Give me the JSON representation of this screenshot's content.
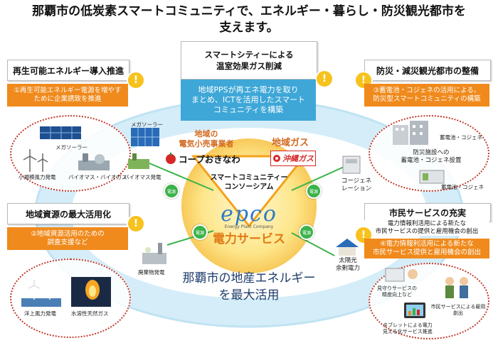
{
  "title": {
    "line1": "那覇市の低炭素スマートコミュニティで、エネルギー・暮らし・防災観光都市を",
    "line2": "支えます。"
  },
  "top_center": {
    "heading_line1": "スマートシティーによる",
    "heading_line2": "温室効果ガス削減",
    "desc_line1": "地域PPSが再エネ電力を取り",
    "desc_line2": "まとめ、ICTを活用したスマート",
    "desc_line3": "コミュニティを構築"
  },
  "top_left": {
    "heading": "再生可能エネルギー導入推進",
    "desc_line1": "①再生可能エネルギー電源を増やす",
    "desc_line2": "ために企業誘致を推進",
    "items": [
      "メガソーラー",
      "小規模風力発電",
      "バイオマス・バイオガス"
    ]
  },
  "top_right": {
    "heading": "防災・減災観光都市の整備",
    "desc_line1": "③蓄電池・コジェネの活用による、",
    "desc_line2": "防災型スマートコミュニティの構築",
    "items": [
      "蓄電池・コジェネ",
      "防災施設への",
      "蓄電池・コジェネ設置",
      "蓄電池・コジェネ"
    ]
  },
  "bottom_left": {
    "heading": "地域資源の最大活用化",
    "desc_line1": "②地域資源活用のための",
    "desc_line2": "調査支援など",
    "items": [
      "洋上風力発電",
      "水溶性天然ガス"
    ]
  },
  "bottom_right": {
    "heading": "市民サービスの充実",
    "desc_line1": "電力情報利活用による新たな",
    "desc_line2": "市民サービスの提供と雇用機会の創出",
    "desc2_line1": "④電力情報利活用による新たな",
    "desc2_line2": "市民サービス提供と雇用機会の創出",
    "items": [
      "見守りサービスの",
      "精度向上など",
      "市民サービスによる雇用創出",
      "タブレットによる電力",
      "見える化サービス推進"
    ]
  },
  "center": {
    "retail_line1": "地域の",
    "retail_line2": "電気小売事業者",
    "coop": "コープおきなわ",
    "gas_label": "地域ガス",
    "gas_company": "沖縄ガス",
    "consortium_line1": "スマートコミュニティー",
    "consortium_line2": "コンソーシアム",
    "logo": "epco",
    "logo_sub": "Energy Plant Company",
    "company": "電力サービス"
  },
  "flows": {
    "megasolar": "メガソーラー",
    "biomass": "バイオマス発電",
    "waste": "廃棄物発電",
    "cogen_line1": "コージェネ",
    "cogen_line2": "レーション",
    "solar_line1": "太陽光",
    "solar_line2": "余剰電力",
    "badge": "電源"
  },
  "bottom_center": {
    "line1": "那覇市の地産エネルギー",
    "line2": "を最大活用"
  },
  "colors": {
    "orange": "#f08a1c",
    "blue": "#3ea7d8",
    "green": "#3bb34a",
    "ring": "#c9e8f6",
    "sun": "#fde68a"
  }
}
